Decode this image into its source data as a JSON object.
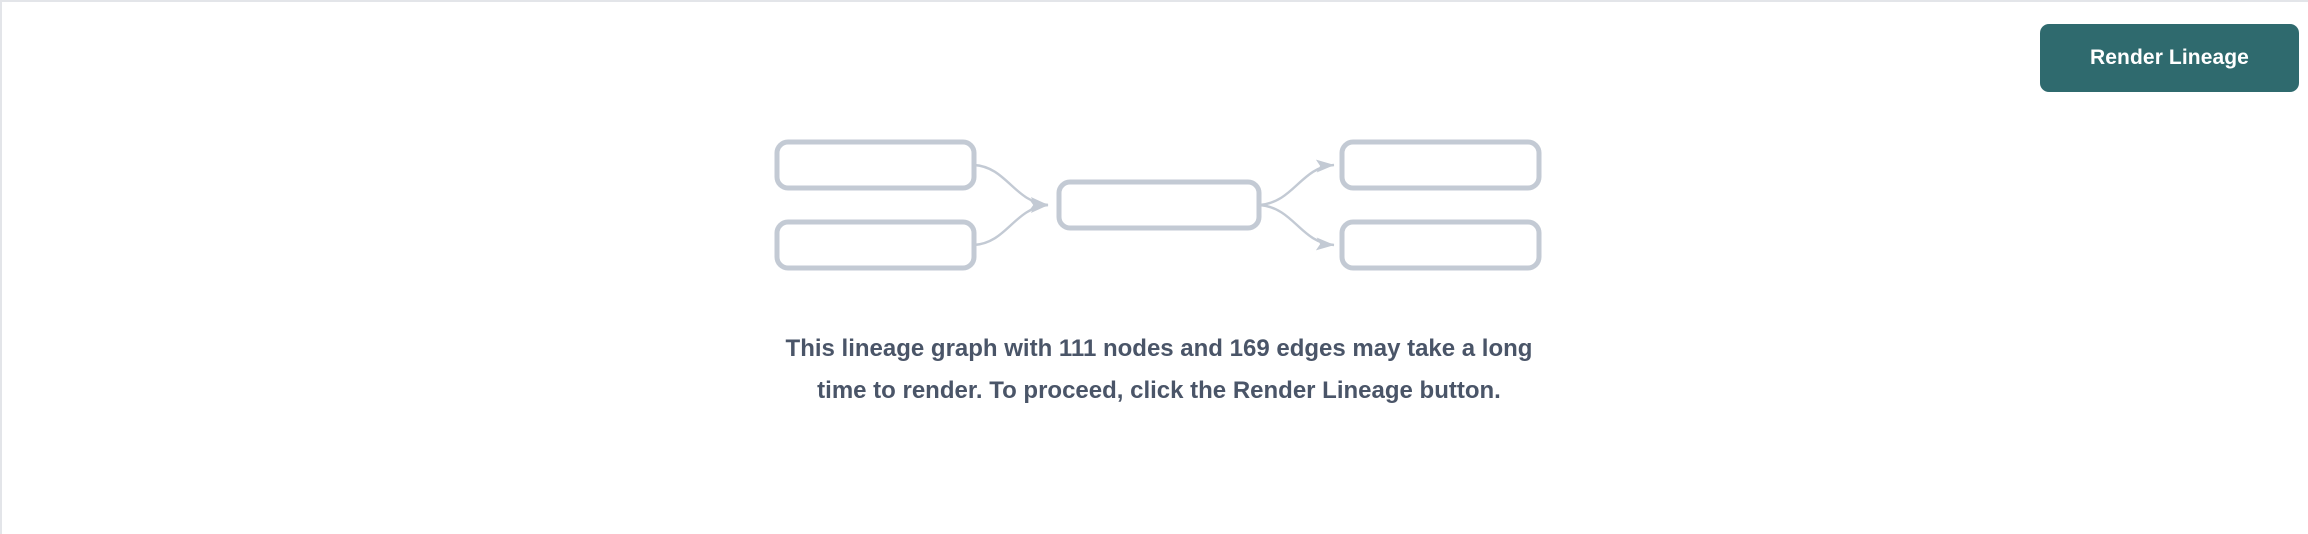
{
  "panel": {
    "name": "lineage-placeholder-panel",
    "background_color": "#ffffff",
    "border_color": "#e3e5e9"
  },
  "toolbar": {
    "render_lineage_label": "Render Lineage",
    "button_color": "#2f6a6e",
    "button_text_color": "#ffffff"
  },
  "message": {
    "text": "This lineage graph with 111 nodes and 169 edges may take a long time to render. To proceed, click the Render Lineage button.",
    "node_count": "111",
    "edge_count": "169",
    "text_color": "#4a5568"
  },
  "graph_placeholder": {
    "node_fill": "#ffffff",
    "node_stroke": "#c3cad4",
    "edge_stroke": "#c3cad4",
    "node_count_shown": 5,
    "edge_count_shown": 4,
    "nodes": [
      {
        "name": "upstream-node-1",
        "label": ""
      },
      {
        "name": "upstream-node-2",
        "label": ""
      },
      {
        "name": "center-node",
        "label": ""
      },
      {
        "name": "downstream-node-1",
        "label": ""
      },
      {
        "name": "downstream-node-2",
        "label": ""
      }
    ]
  }
}
